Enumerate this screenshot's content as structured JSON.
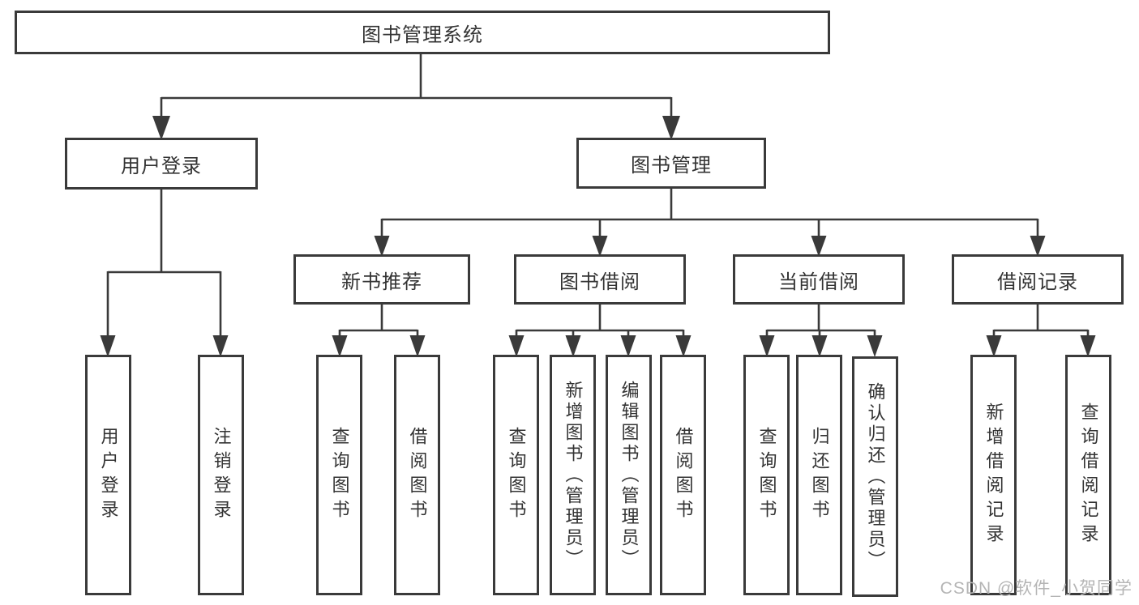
{
  "diagram_title": "图书管理系统",
  "colors": {
    "line": "#3a3a3a",
    "box_border": "#3a3a3a",
    "text": "#333333",
    "background": "#ffffff",
    "watermark": "#b5b5b5"
  },
  "watermark": {
    "text": "CSDN @软件_小贺同学"
  },
  "tree": {
    "label": "图书管理系统",
    "children": [
      {
        "label": "用户登录",
        "children": [
          {
            "label": "用户登录"
          },
          {
            "label": "注销登录"
          }
        ]
      },
      {
        "label": "图书管理",
        "children": [
          {
            "label": "新书推荐",
            "children": [
              {
                "label": "查询图书"
              },
              {
                "label": "借阅图书"
              }
            ]
          },
          {
            "label": "图书借阅",
            "children": [
              {
                "label": "查询图书"
              },
              {
                "label": "新增图书（管理员）"
              },
              {
                "label": "编辑图书（管理员）"
              },
              {
                "label": "借阅图书"
              }
            ]
          },
          {
            "label": "当前借阅",
            "children": [
              {
                "label": "查询图书"
              },
              {
                "label": "归还图书"
              },
              {
                "label": "确认归还（管理员）"
              }
            ]
          },
          {
            "label": "借阅记录",
            "children": [
              {
                "label": "新增借阅记录"
              },
              {
                "label": "查询借阅记录"
              }
            ]
          }
        ]
      }
    ]
  }
}
